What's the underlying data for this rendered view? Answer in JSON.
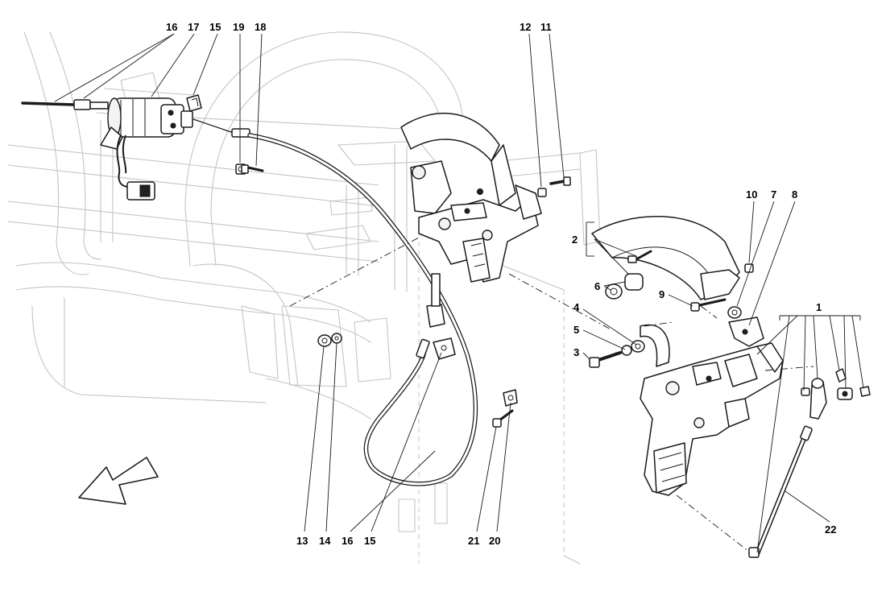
{
  "diagram": {
    "callouts": {
      "c16a": "16",
      "c17": "17",
      "c15a": "15",
      "c19": "19",
      "c18": "18",
      "c12": "12",
      "c11": "11",
      "c10": "10",
      "c7": "7",
      "c8": "8",
      "c2": "2",
      "c6": "6",
      "c9": "9",
      "c4": "4",
      "c5": "5",
      "c3": "3",
      "c1": "1",
      "c22": "22",
      "c13": "13",
      "c14": "14",
      "c16b": "16",
      "c15b": "15",
      "c21": "21",
      "c20": "20"
    },
    "direction_arrow_icon": "arrow-left-down-icon"
  }
}
